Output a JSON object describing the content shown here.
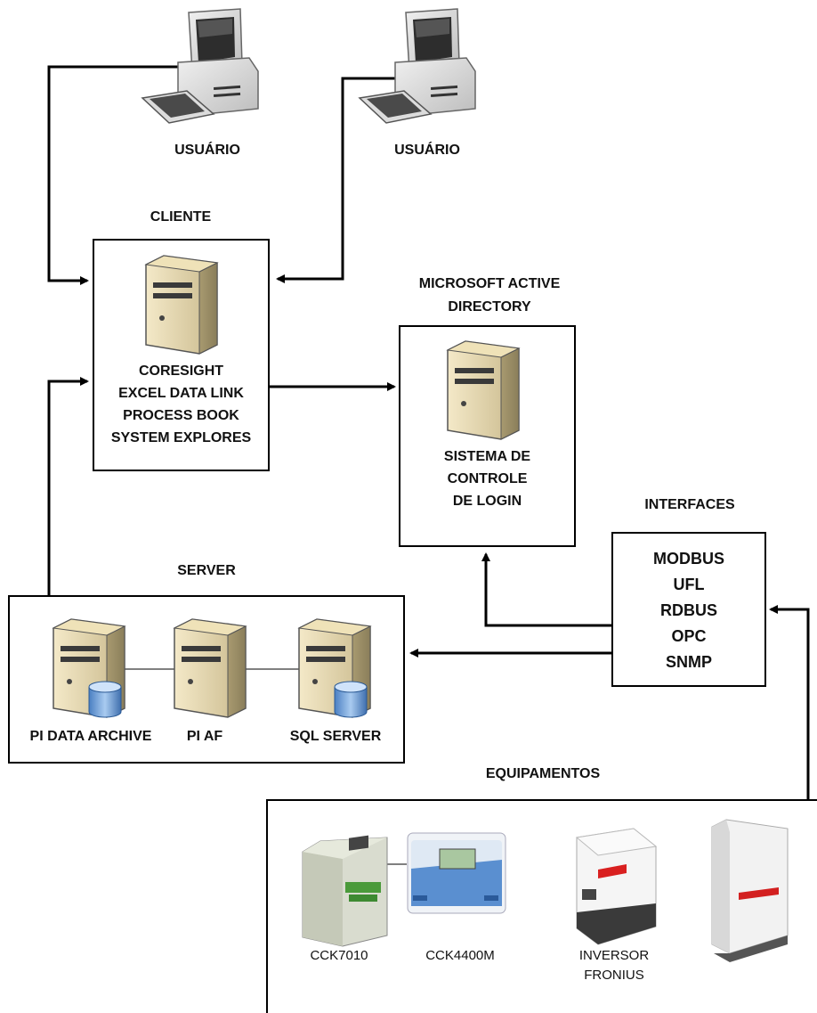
{
  "users": [
    {
      "label": "USUÁRIO"
    },
    {
      "label": "USUÁRIO"
    }
  ],
  "cliente": {
    "title": "CLIENTE",
    "items": [
      "CORESIGHT",
      "EXCEL DATA LINK",
      "PROCESS BOOK",
      "SYSTEM EXPLORES"
    ]
  },
  "active_directory": {
    "title_line1": "MICROSOFT ACTIVE",
    "title_line2": "DIRECTORY",
    "items": [
      "SISTEMA DE",
      "CONTROLE",
      "DE LOGIN"
    ]
  },
  "interfaces": {
    "title": "INTERFACES",
    "items": [
      "MODBUS",
      "UFL",
      "RDBUS",
      "OPC",
      "SNMP"
    ]
  },
  "server": {
    "title": "SERVER",
    "nodes": [
      {
        "label": "PI DATA ARCHIVE",
        "icon": "server-with-database-icon"
      },
      {
        "label": "PI AF",
        "icon": "server-icon"
      },
      {
        "label": "SQL SERVER",
        "icon": "server-with-database-icon"
      }
    ]
  },
  "equipamentos": {
    "title": "EQUIPAMENTOS",
    "devices": [
      {
        "label": "CCK7010",
        "icon": "cck7010-device-icon"
      },
      {
        "label": "CCK4400M",
        "icon": "cck4400m-meter-icon"
      },
      {
        "label_line1": "INVERSOR",
        "label_line2": "FRONIUS",
        "icon": "fronius-inverter-icon"
      },
      {
        "icon": "large-inverter-icon"
      }
    ]
  }
}
